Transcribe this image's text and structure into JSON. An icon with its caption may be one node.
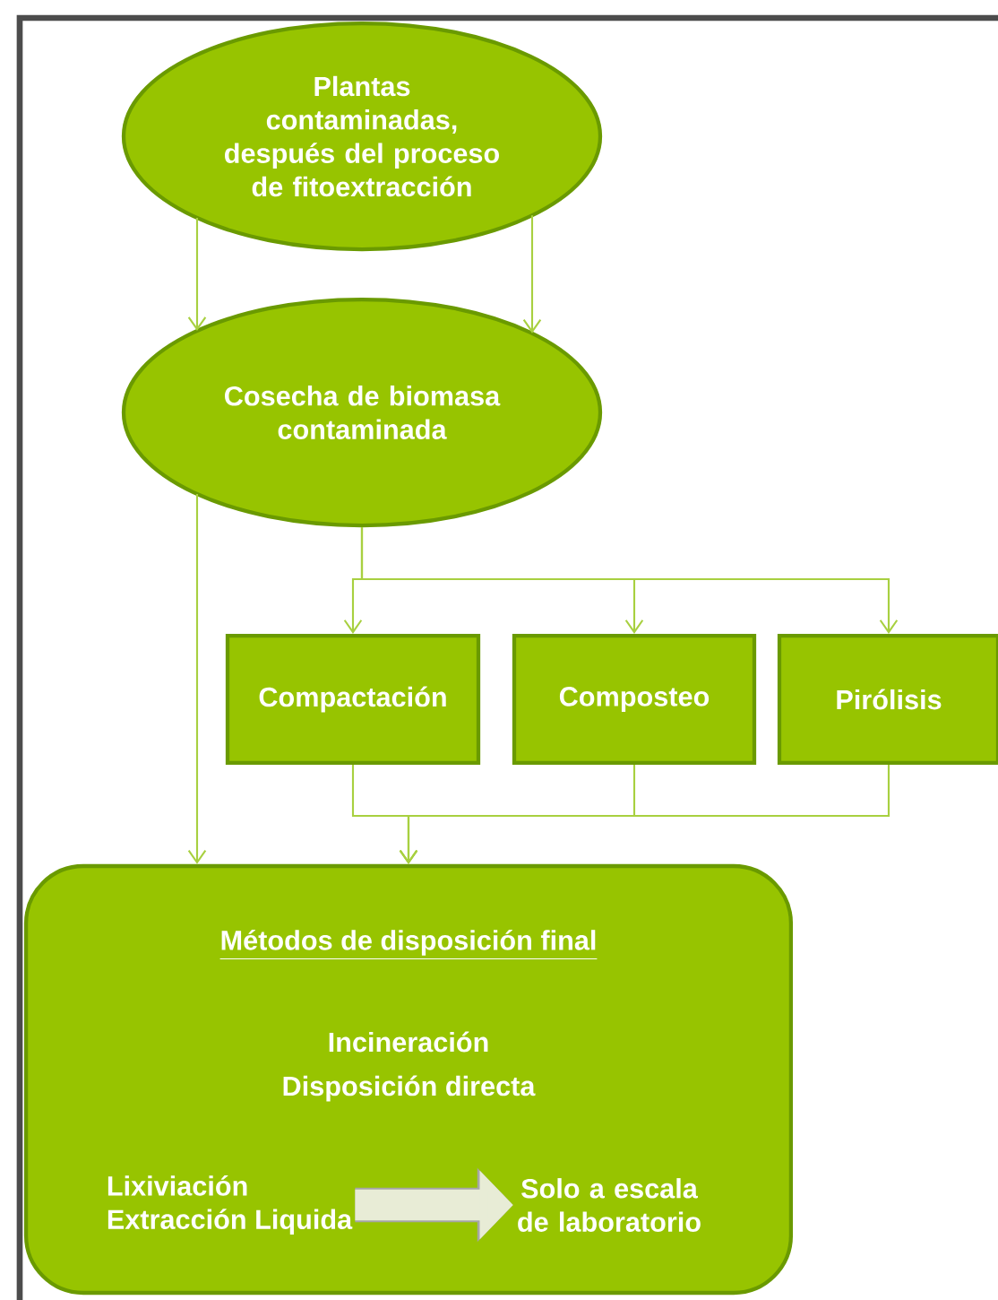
{
  "diagram": {
    "nodes": [
      {
        "text": [
          "Plantas contaminadas, después del proceso de fitoextracción"
        ]
      },
      {
        "text": [
          "Cosecha de biomasa contaminada"
        ]
      },
      {
        "text": [
          "Compactación"
        ]
      },
      {
        "text": [
          "Composteo"
        ]
      },
      {
        "text": [
          "Pirólisis"
        ]
      },
      {
        "text": [
          "Métodos de disposición final",
          "Incineración",
          "Disposición directa"
        ]
      },
      {
        "text": [
          "Lixiviación",
          "Extracción Liquida"
        ],
        "in": 5
      },
      {
        "text": [
          "Solo a escala de laboratorio"
        ],
        "in": 5
      }
    ],
    "edges": [
      {
        "from": 0,
        "to": 1,
        "arrow": "to"
      },
      {
        "from": 0,
        "to": 1,
        "arrow": "to"
      },
      {
        "from": 1,
        "to": 2,
        "arrow": "to"
      },
      {
        "from": 1,
        "to": 3,
        "arrow": "to"
      },
      {
        "from": 1,
        "to": 4,
        "arrow": "to"
      },
      {
        "from": 1,
        "to": 5,
        "arrow": "to"
      },
      {
        "from": 2,
        "to": 5,
        "arrow": "to"
      },
      {
        "from": 3,
        "to": 5,
        "arrow": "to"
      },
      {
        "from": 4,
        "to": 5,
        "arrow": "to"
      },
      {
        "from": 6,
        "to": 7,
        "arrow": "to",
        "style": "thick",
        "color": "#e8ecd6"
      }
    ]
  }
}
